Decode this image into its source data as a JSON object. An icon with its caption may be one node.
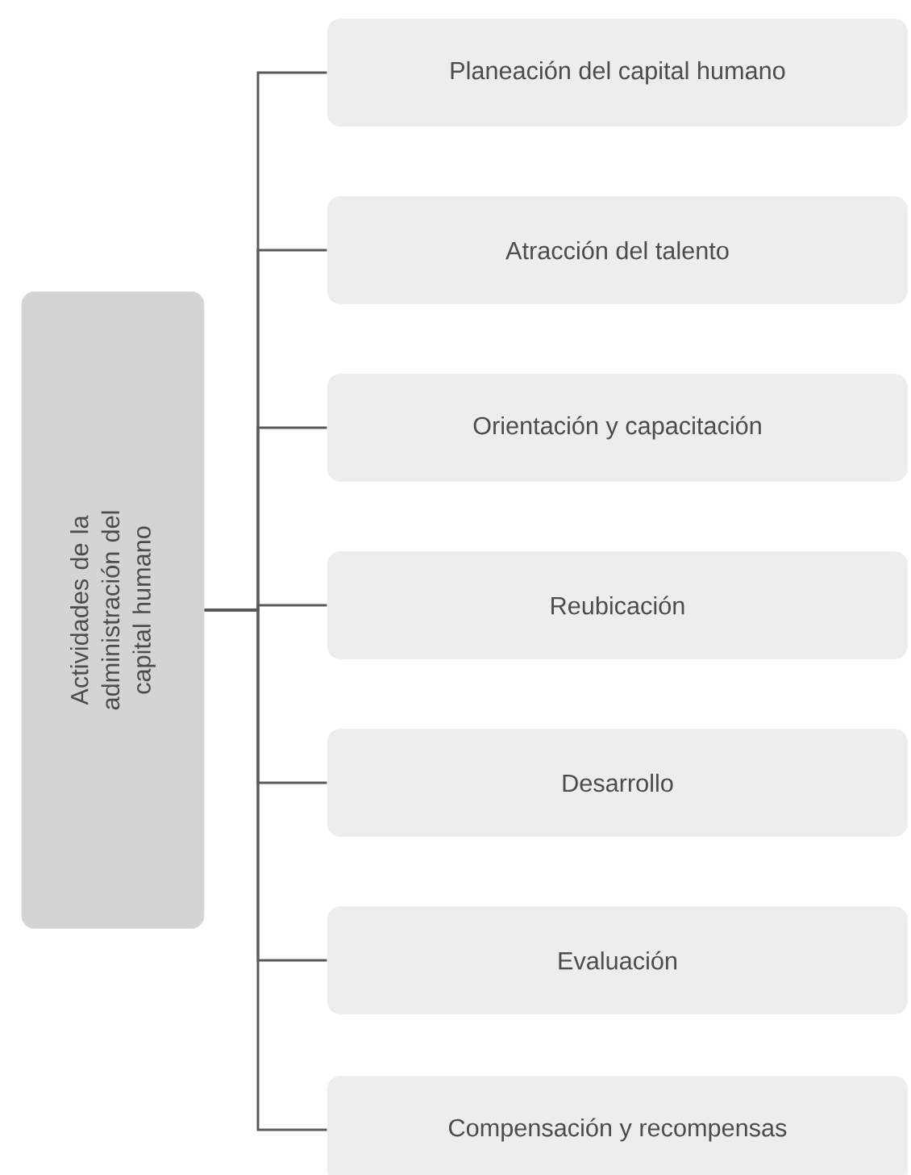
{
  "diagram": {
    "nodes": [
      {
        "text": [
          "Actividades de la administración del capital humano"
        ]
      },
      {
        "text": [
          "Planeación del capital humano"
        ]
      },
      {
        "text": [
          "Atracción del talento"
        ]
      },
      {
        "text": [
          "Orientación y capacitación"
        ]
      },
      {
        "text": [
          "Reubicación"
        ]
      },
      {
        "text": [
          "Desarrollo"
        ]
      },
      {
        "text": [
          "Evaluación"
        ]
      },
      {
        "text": [
          "Compensación y recompensas"
        ]
      }
    ],
    "edges": [
      {
        "from": 0,
        "to": 1,
        "arrow": "none"
      },
      {
        "from": 0,
        "to": 2,
        "arrow": "none"
      },
      {
        "from": 0,
        "to": 3,
        "arrow": "none"
      },
      {
        "from": 0,
        "to": 4,
        "arrow": "none"
      },
      {
        "from": 0,
        "to": 5,
        "arrow": "none"
      },
      {
        "from": 0,
        "to": 6,
        "arrow": "none"
      },
      {
        "from": 0,
        "to": 7,
        "arrow": "none"
      }
    ]
  }
}
